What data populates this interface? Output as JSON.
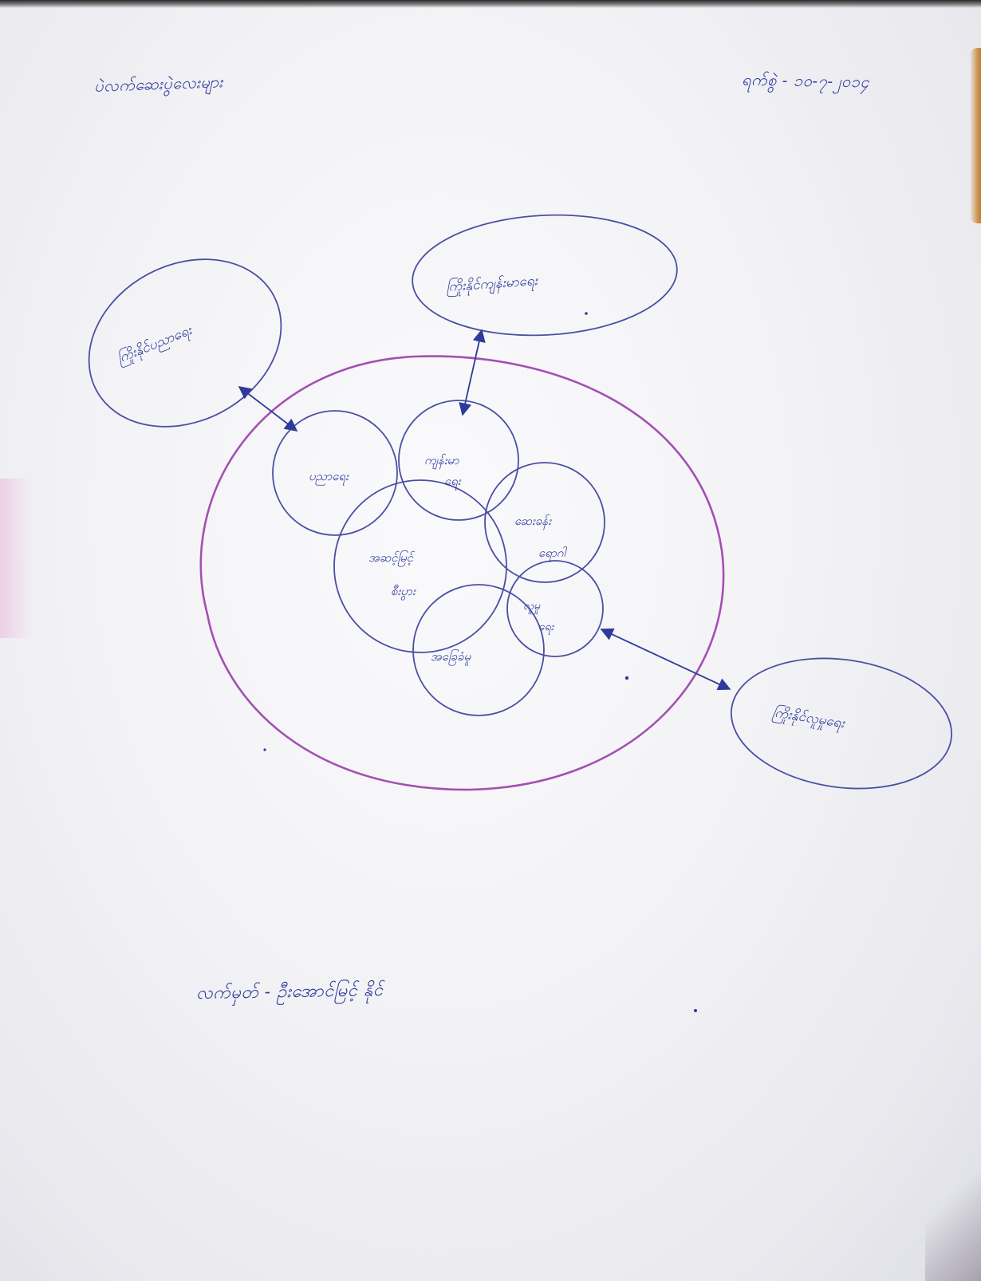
{
  "header": {
    "title": "ပဲလက်ဆေးပွဲလေးများ",
    "date": "ရက်စွဲ - ၁၀-၇-၂၀၁၄"
  },
  "diagram": {
    "outer_nodes": [
      {
        "id": "outer-left",
        "label": "ကြိုးနိုင်ပညာရေး"
      },
      {
        "id": "outer-top",
        "label": "ကြိုးနိုင်ကျန်းမာရေး"
      },
      {
        "id": "outer-right",
        "label": "ကြိုးနိုင်လူမှုရေး"
      }
    ],
    "inner_nodes": [
      {
        "id": "inner-1",
        "label": "ပညာရေး"
      },
      {
        "id": "inner-2",
        "label": [
          "ကျန်းမာ",
          "ရေး"
        ]
      },
      {
        "id": "inner-3",
        "label": [
          "ဆေးခန်း",
          "ရောဂါ"
        ]
      },
      {
        "id": "inner-4",
        "label": [
          "အဆင့်မြင့်",
          "စီးပွား"
        ]
      },
      {
        "id": "inner-5",
        "label": [
          "လူမှု",
          "ရေး"
        ]
      },
      {
        "id": "inner-6",
        "label": "အခြေခံမူ"
      }
    ]
  },
  "footer": {
    "signature_line": "လက်မှတ် - ဦးအောင်မြင့် နိုင်"
  },
  "colors": {
    "ink": "#2f3a9a",
    "outer_circle": "#a44fb3"
  }
}
